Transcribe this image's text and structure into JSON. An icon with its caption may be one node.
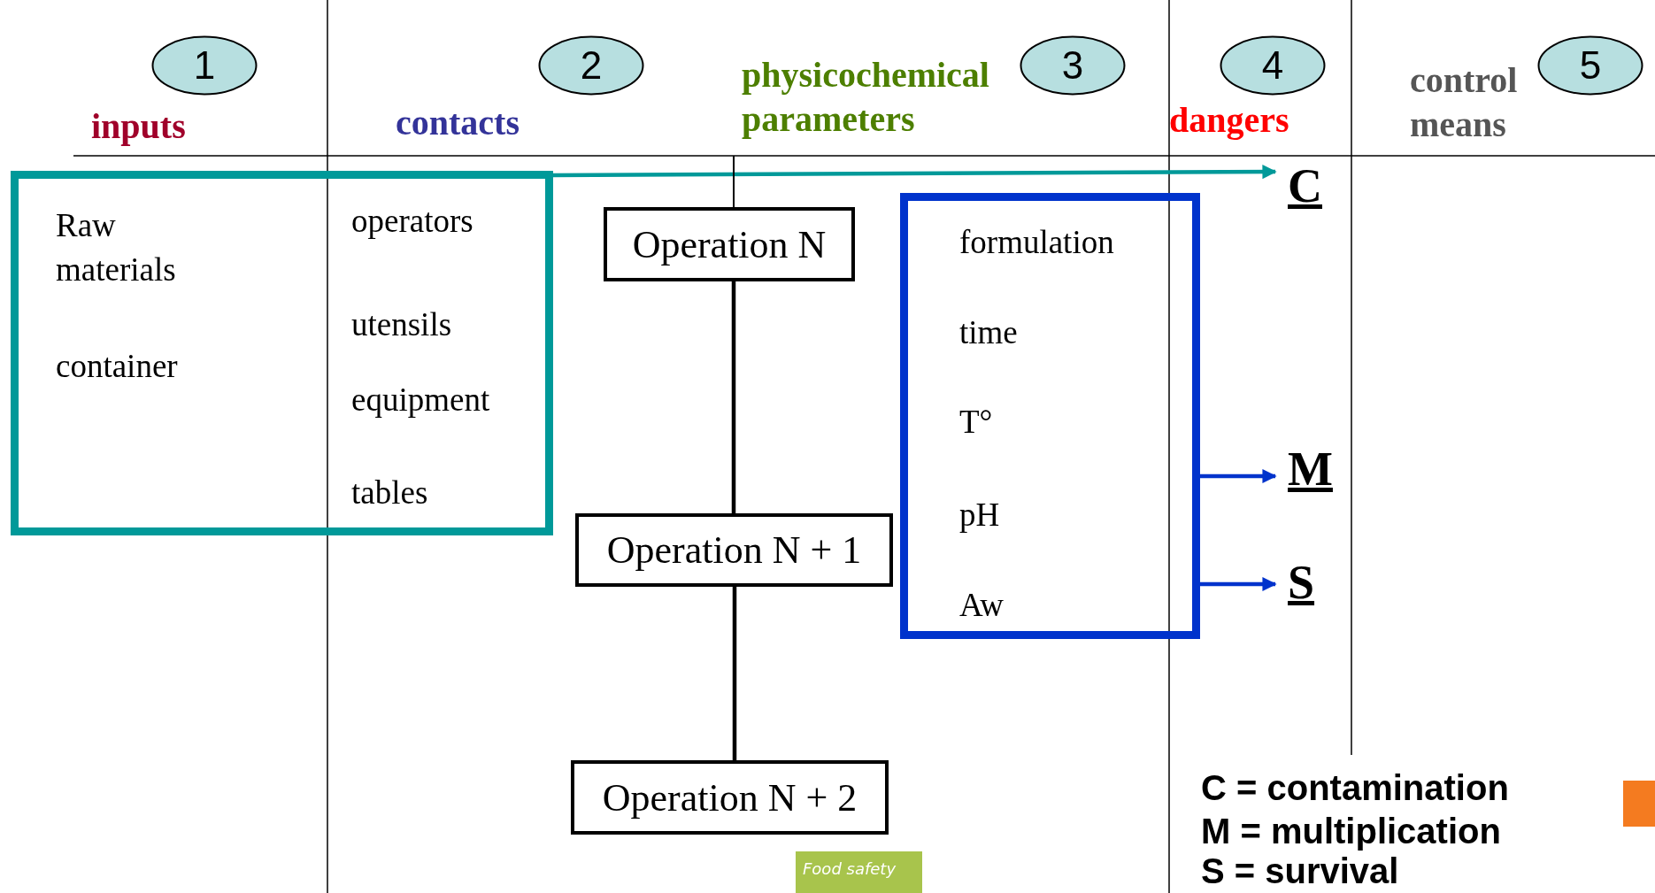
{
  "diagram": {
    "nodes": [
      {
        "text": [
          "1"
        ]
      },
      {
        "text": [
          "2"
        ]
      },
      {
        "text": [
          "3"
        ]
      },
      {
        "text": [
          "4"
        ]
      },
      {
        "text": [
          "5"
        ]
      },
      {
        "text": [
          "Raw materials",
          "container",
          "operators",
          "utensils",
          "equipment",
          "tables"
        ]
      },
      {
        "text": [
          "Operation N"
        ]
      },
      {
        "text": [
          "Operation N + 1"
        ]
      },
      {
        "text": [
          "Operation N + 2"
        ]
      },
      {
        "text": [
          "formulation",
          "time",
          "T°",
          "pH",
          "Aw"
        ]
      },
      {
        "text": [
          "C"
        ]
      },
      {
        "text": [
          "M"
        ]
      },
      {
        "text": [
          "S"
        ]
      }
    ],
    "edges": [
      {
        "from": 5,
        "to": 10,
        "arrow": "to",
        "color": "#009999"
      },
      {
        "from": null,
        "to": 6,
        "arrow": "none",
        "color": "#000000"
      },
      {
        "from": 6,
        "to": 7,
        "arrow": "none",
        "color": "#000000"
      },
      {
        "from": 7,
        "to": 8,
        "arrow": "none",
        "color": "#000000"
      },
      {
        "from": 9,
        "to": 11,
        "arrow": "to",
        "color": "#0033cc"
      },
      {
        "from": 9,
        "to": 12,
        "arrow": "to",
        "color": "#0033cc"
      }
    ],
    "labels": [
      "inputs",
      "contacts",
      "physicochemical parameters",
      "dangers",
      "control means",
      "C = contamination",
      "M = multiplication",
      "S = survival",
      "Food safety"
    ]
  }
}
